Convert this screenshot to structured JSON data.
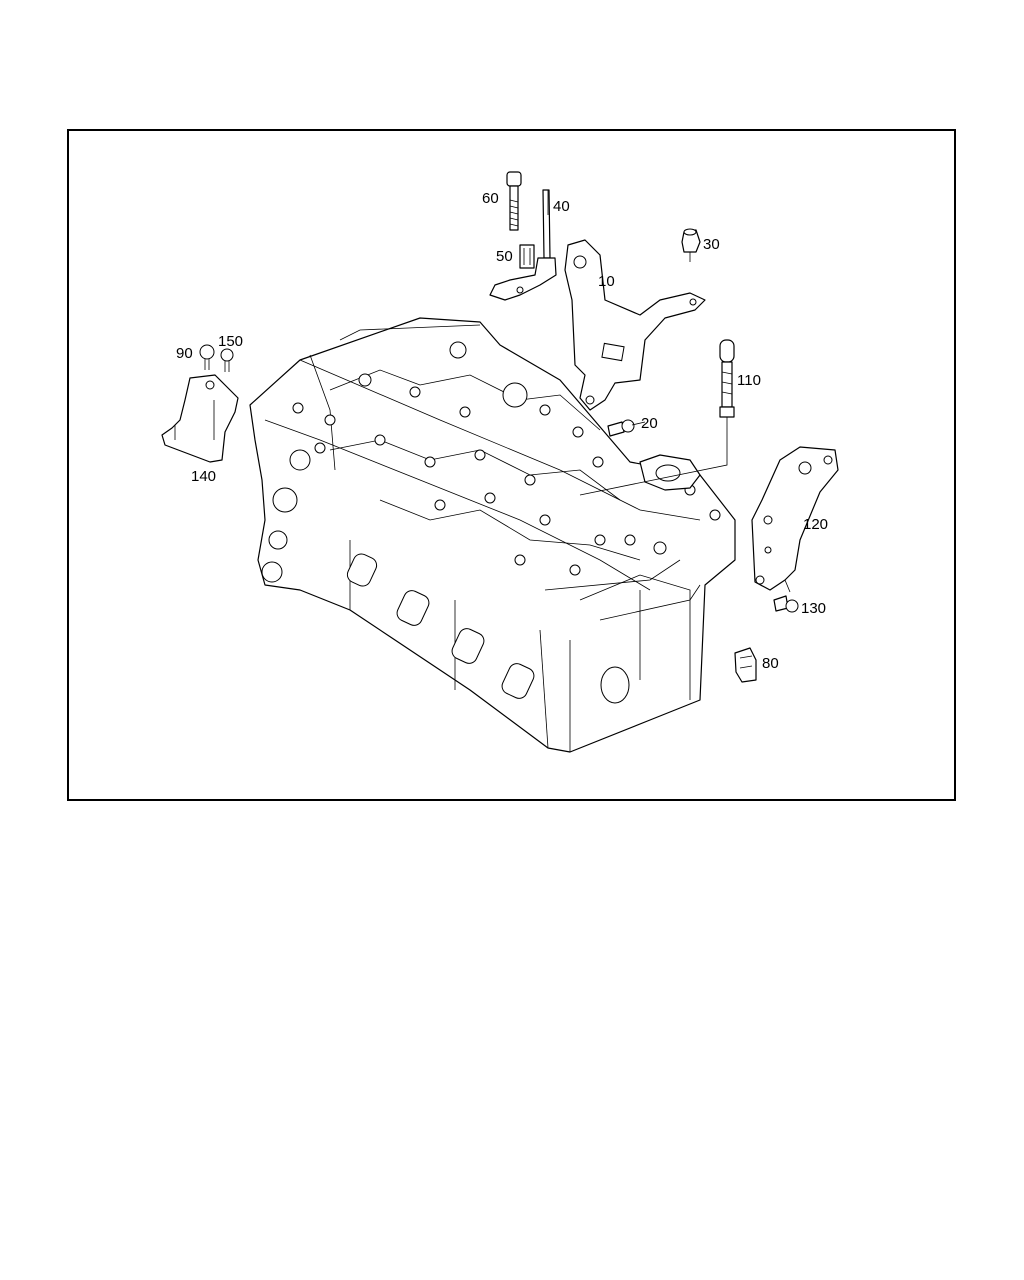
{
  "diagram": {
    "callouts": [
      {
        "id": "c10",
        "label": "10"
      },
      {
        "id": "c20",
        "label": "20"
      },
      {
        "id": "c30",
        "label": "30"
      },
      {
        "id": "c40",
        "label": "40"
      },
      {
        "id": "c50",
        "label": "50"
      },
      {
        "id": "c60",
        "label": "60"
      },
      {
        "id": "c80",
        "label": "80"
      },
      {
        "id": "c90",
        "label": "90"
      },
      {
        "id": "c110",
        "label": "110"
      },
      {
        "id": "c120",
        "label": "120"
      },
      {
        "id": "c130",
        "label": "130"
      },
      {
        "id": "c140",
        "label": "140"
      },
      {
        "id": "c150",
        "label": "150"
      }
    ],
    "line_color": "#000000",
    "background_color": "#ffffff"
  }
}
